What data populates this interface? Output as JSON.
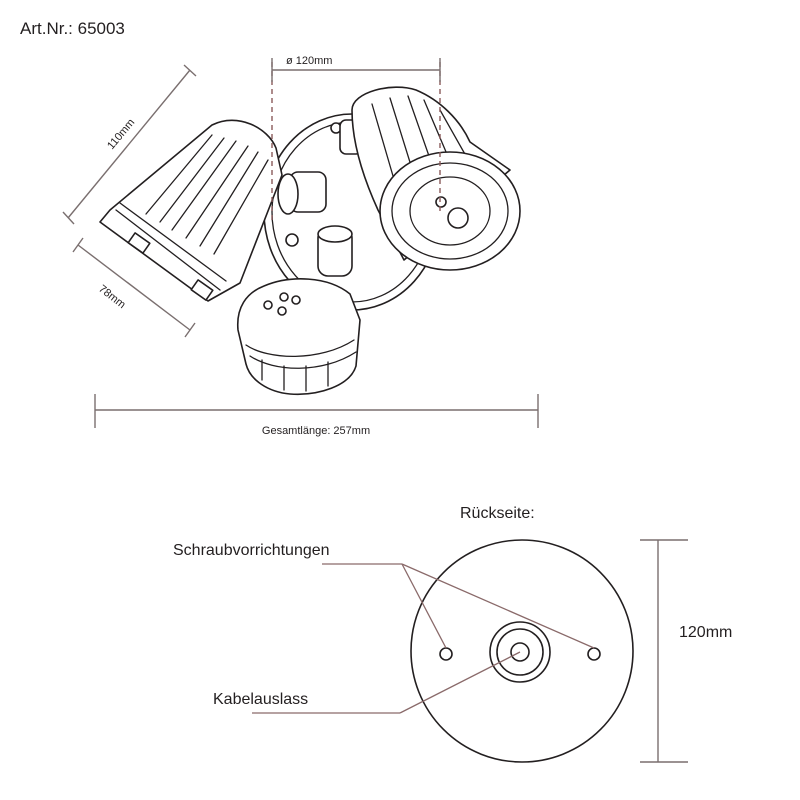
{
  "article_number": "Art.Nr.: 65003",
  "front_view": {
    "diameter_label": "ø 120mm",
    "height_label": "110mm",
    "depth_label": "78mm",
    "total_length_label": "Gesamtlänge: 257mm"
  },
  "back_view": {
    "title": "Rückseite:",
    "screw_label": "Schraubvorrichtungen",
    "cable_label": "Kabelauslass",
    "diameter_label": "120mm"
  },
  "colors": {
    "outline": "#231f20",
    "dimension_line": "#7a6f6f",
    "dashed_line": "#8a5a5a"
  }
}
